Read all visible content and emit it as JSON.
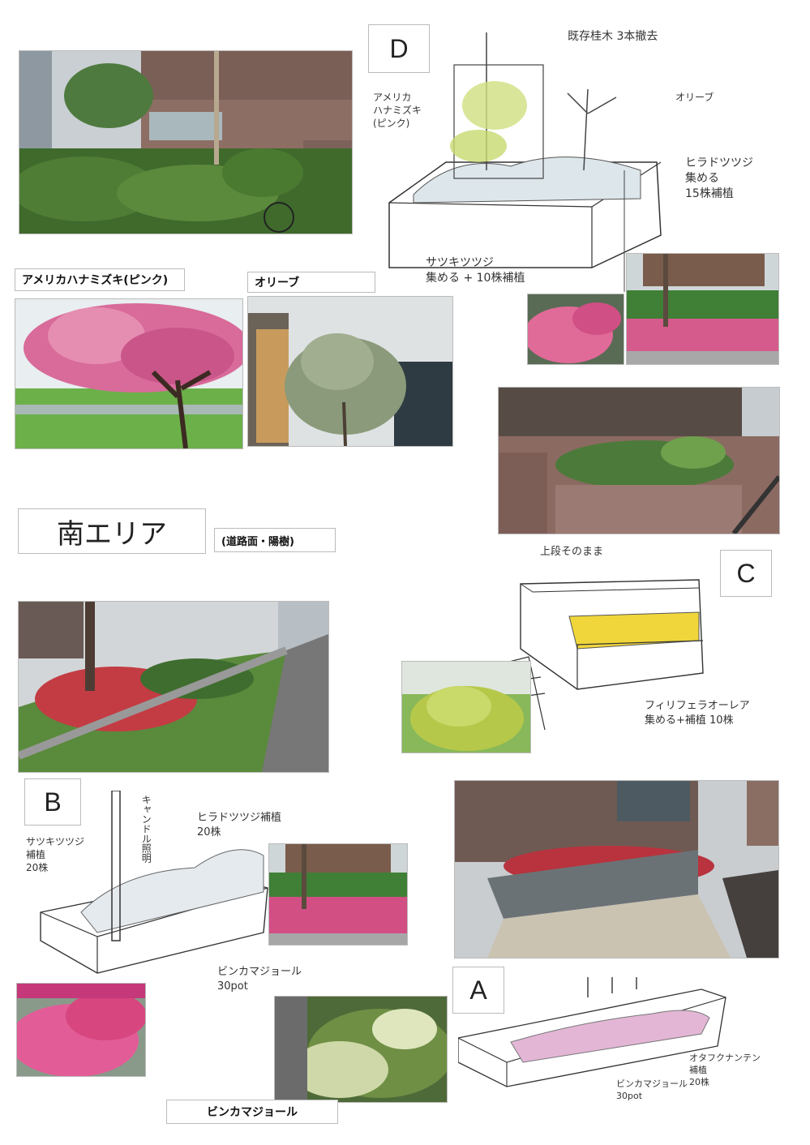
{
  "area_title": "南エリア",
  "area_subtitle": "(道路面・陽樹)",
  "labels": {
    "dogwood": "アメリカハナミズキ(ピンク)",
    "olive": "オリーブ",
    "vinca": "ビンカマジョール"
  },
  "sections": {
    "D": {
      "letter": "D",
      "note_top": "既存桂木 3本撤去",
      "note_dogwood": "アメリカ\nハナミズキ\n(ピンク)",
      "note_olive": "オリーブ",
      "note_hirado": "ヒラドツツジ\n集める\n15株補植",
      "note_satsuki": "サツキツツジ\n集める + 10株補植"
    },
    "C": {
      "letter": "C",
      "note_top": "上段そのまま",
      "note_plant": "フィリフェラオーレア\n集める+補植 10株"
    },
    "B": {
      "letter": "B",
      "note_satsuki": "サツキツツジ\n補植\n20株",
      "note_light": "キャンドル照明",
      "note_hirado": "ヒラドツツジ補植\n20株",
      "note_vinca": "ビンカマジョール\n30pot"
    },
    "A": {
      "letter": "A",
      "note_nandina": "オタフクナンテン\n補植\n20株",
      "note_vinca": "ビンカマジョール\n30pot"
    }
  }
}
